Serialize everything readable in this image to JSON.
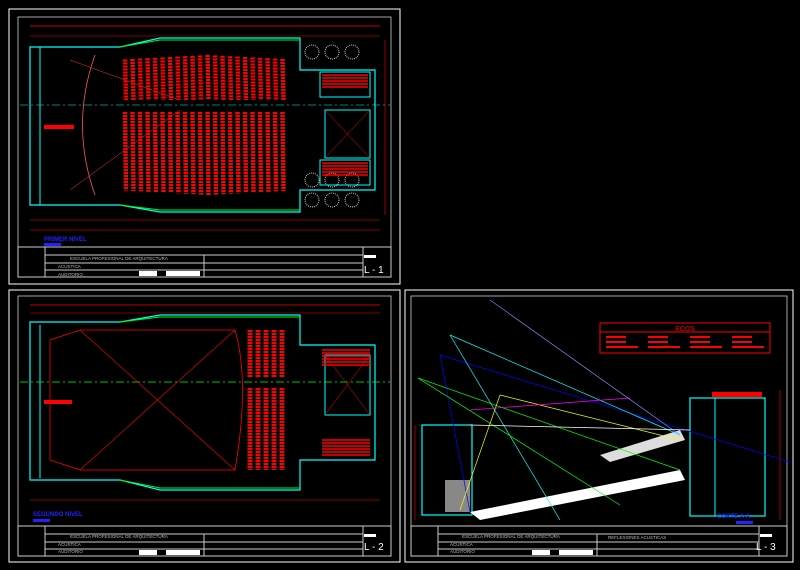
{
  "sheets": [
    {
      "id": "L-1",
      "sheet_label": "L - 1",
      "view_title": "PRIMER NIVEL",
      "school": "ESCUELA PROFESIONAL DE ARQUITECTURA",
      "course": "ACUSTICA",
      "project": "AUDITORIO"
    },
    {
      "id": "L-2",
      "sheet_label": "L - 2",
      "view_title": "SEGUNDO NIVEL",
      "school": "ESCUELA PROFESIONAL DE ARQUITECTURA",
      "course": "ACUSTICA",
      "project": "AUDITORIO"
    },
    {
      "id": "L-3",
      "sheet_label": "L - 3",
      "view_title": "CORTE A-A",
      "school": "ESCUELA PROFESIONAL DE ARQUITECTURA",
      "course": "ACUSTICA",
      "project": "AUDITORIO",
      "subtitle": "REFLEXIONES ACUSTICAS"
    }
  ],
  "legend": {
    "title": "ECOS"
  },
  "colors": {
    "background": "#000000",
    "frame": "#ffffff",
    "walls": "#00ffff",
    "seats": "#ff0000",
    "dims": "#ff0000",
    "green": "#00ff00",
    "blue": "#0000ff",
    "yellow": "#ffff00",
    "magenta": "#ff00ff"
  }
}
